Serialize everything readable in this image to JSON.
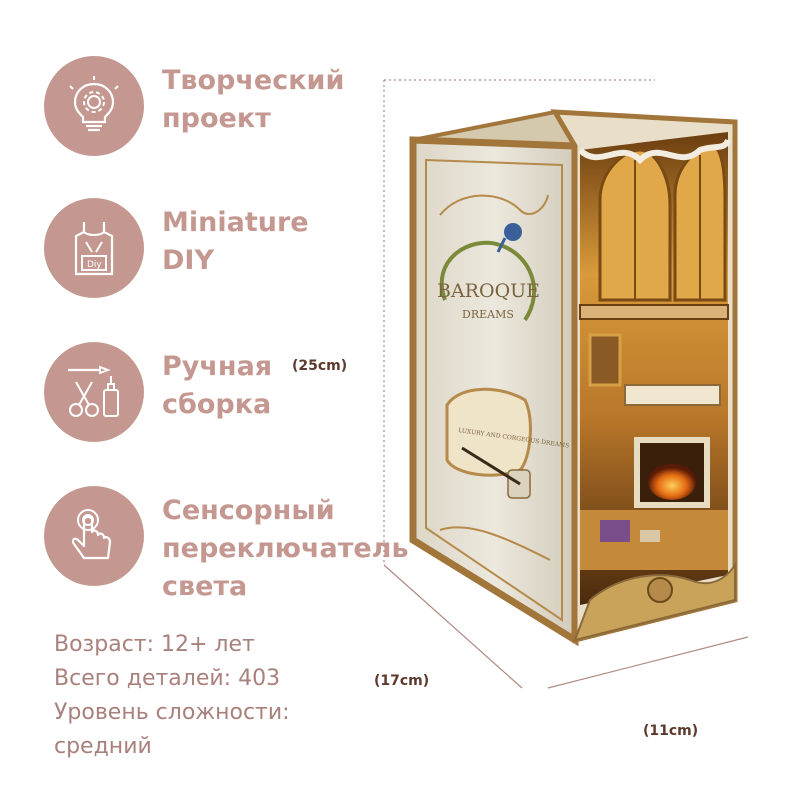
{
  "colors": {
    "accent": "#c49891",
    "text": "#a9817c",
    "dimension": "#5c3a2e",
    "guide": "#b08a82"
  },
  "features": [
    {
      "icon": "lightbulb-gear-icon",
      "title": "Творческий\nпроект"
    },
    {
      "icon": "apron-tools-icon",
      "title": "Miniature\nDIY"
    },
    {
      "icon": "scissors-pencil-glue-icon",
      "title": "Ручная\nсборка"
    },
    {
      "icon": "touch-finger-icon",
      "title": "Сенсорный\nпереключатель\nсвета"
    }
  ],
  "apron_label": "Diy",
  "specs": {
    "age": "Возраст: 12+ лет",
    "parts": "Всего деталей: 403",
    "difficulty_label": "Уровень сложности:",
    "difficulty_value": "средний"
  },
  "dimensions": {
    "height": "(25cm)",
    "depth": "(17cm)",
    "width": "(11cm)"
  },
  "product": {
    "title_line1": "BAROQUE",
    "title_line2": "DREAMS",
    "subtitle": "LUXURY AND CORGEOUS DREAMS",
    "colors": {
      "frame": "#a2753a",
      "cover": "#e8e4d8",
      "interior": "#c8892e",
      "dark": "#5a3412"
    }
  }
}
